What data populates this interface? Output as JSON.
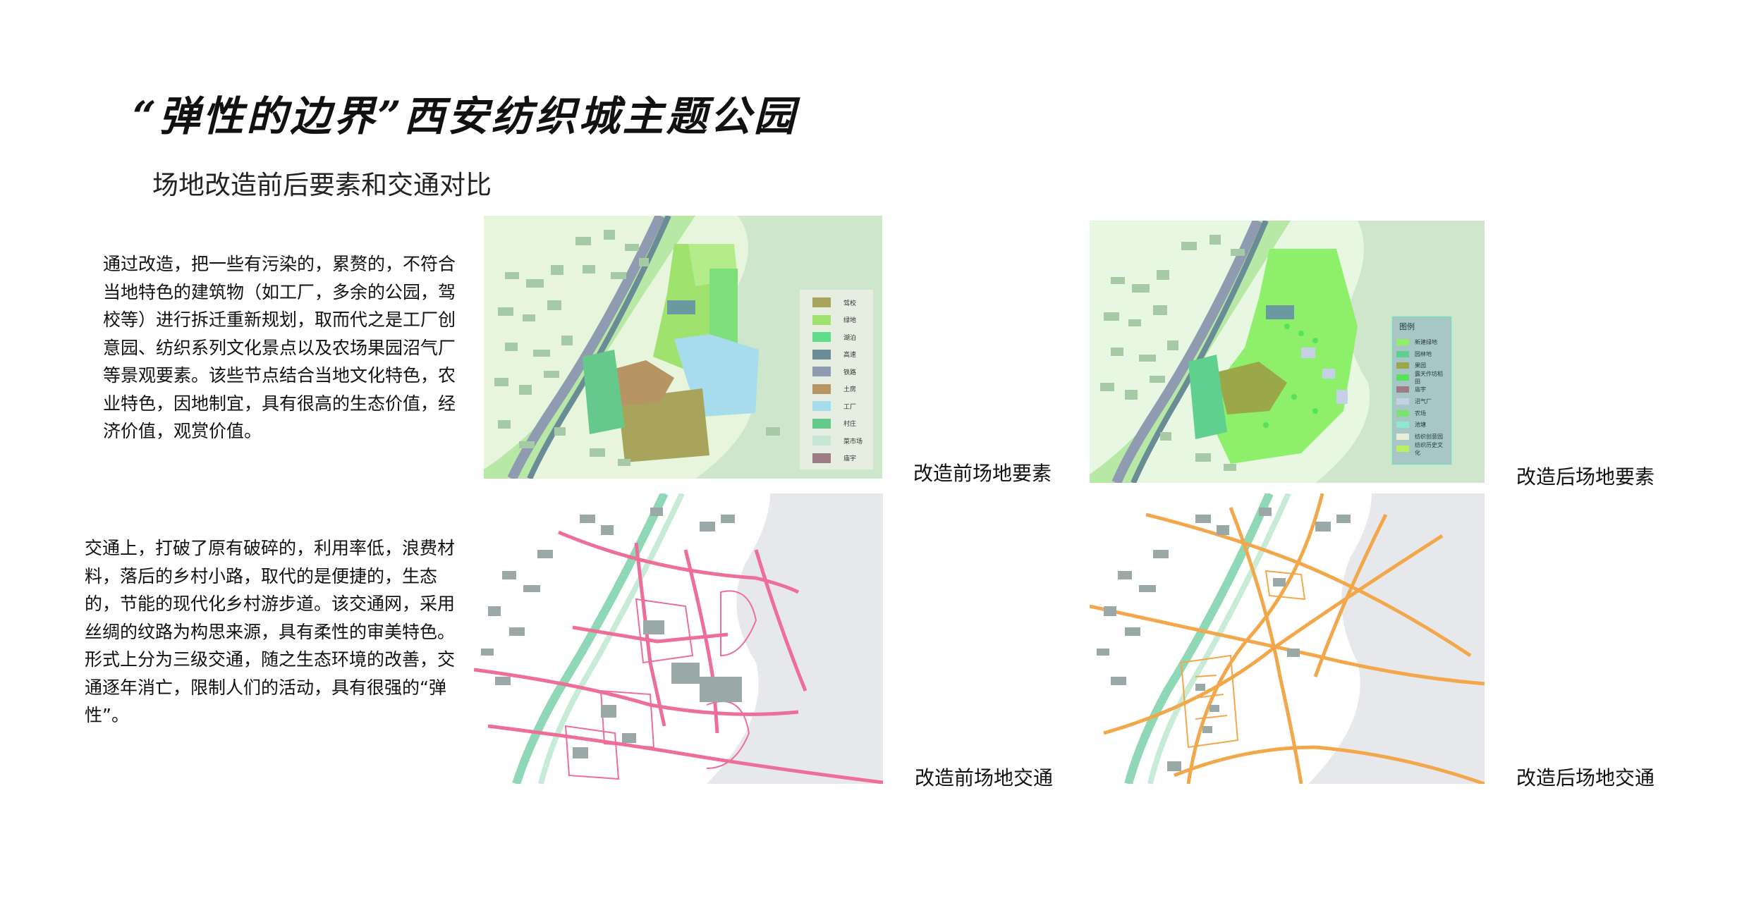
{
  "title": "“弹性的边界”西安纺织城主题公园",
  "subtitle": "场地改造前后要素和交通对比",
  "paragraphs": {
    "elements": "通过改造，把一些有污染的，累赘的，不符合当地特色的建筑物（如工厂，多余的公园，驾校等）进行拆迁重新规划，取而代之是工厂创意园、纺织系列文化景点以及农场果园沼气厂等景观要素。该些节点结合当地文化特色，农业特色，因地制宜，具有很高的生态价值，经济价值，观赏价值。",
    "traffic": "交通上，打破了原有破碎的，利用率低，浪费材料，落后的乡村小路，取代的是便捷的，生态的，节能的现代化乡村游步道。该交通网，采用丝绸的纹路为构思来源，具有柔性的审美特色。形式上分为三级交通，随之生态环境的改善，交通逐年消亡，限制人们的活动，具有很强的“弹性”。"
  },
  "captions": {
    "before_elements": "改造前场地要素",
    "after_elements": "改造后场地要素",
    "before_traffic": "改造前场地交通",
    "after_traffic": "改造后场地交通"
  },
  "legend_before": [
    {
      "label": "驾校",
      "color": "#a8a45c"
    },
    {
      "label": "绿地",
      "color": "#9fe36e"
    },
    {
      "label": "湖泊",
      "color": "#5fdc8a"
    },
    {
      "label": "高速",
      "color": "#6a8c96"
    },
    {
      "label": "铁路",
      "color": "#8f9bb0"
    },
    {
      "label": "土房",
      "color": "#b69463"
    },
    {
      "label": "工厂",
      "color": "#a6dcec"
    },
    {
      "label": "村庄",
      "color": "#66c98c"
    },
    {
      "label": "菜市场",
      "color": "#c8e6d6"
    },
    {
      "label": "庙宇",
      "color": "#9e7c86"
    }
  ],
  "legend_after": {
    "title": "图例",
    "items": [
      {
        "label": "新建绿地",
        "color": "#8ef06a"
      },
      {
        "label": "园林地",
        "color": "#5fd08e"
      },
      {
        "label": "果园",
        "color": "#9aa84a"
      },
      {
        "label": "露天作坊稻田",
        "color": "#56e25a"
      },
      {
        "label": "庙宇",
        "color": "#9e7c86"
      },
      {
        "label": "沼气厂",
        "color": "#c6d0e4"
      },
      {
        "label": "农场",
        "color": "#7ae36e"
      },
      {
        "label": "池塘",
        "color": "#8ee8d0"
      },
      {
        "label": "纺织创意园",
        "color": "#e8eed8"
      },
      {
        "label": "纺织历史文化",
        "color": "#b7f060"
      }
    ]
  },
  "colors": {
    "road_before": "#ee6e9a",
    "road_after": "#f2a84a",
    "river": "#8fd8b6",
    "building": "#9aa8a8",
    "bg_mint": "#e4f6e0",
    "bg_grey": "#e6e8ec"
  }
}
